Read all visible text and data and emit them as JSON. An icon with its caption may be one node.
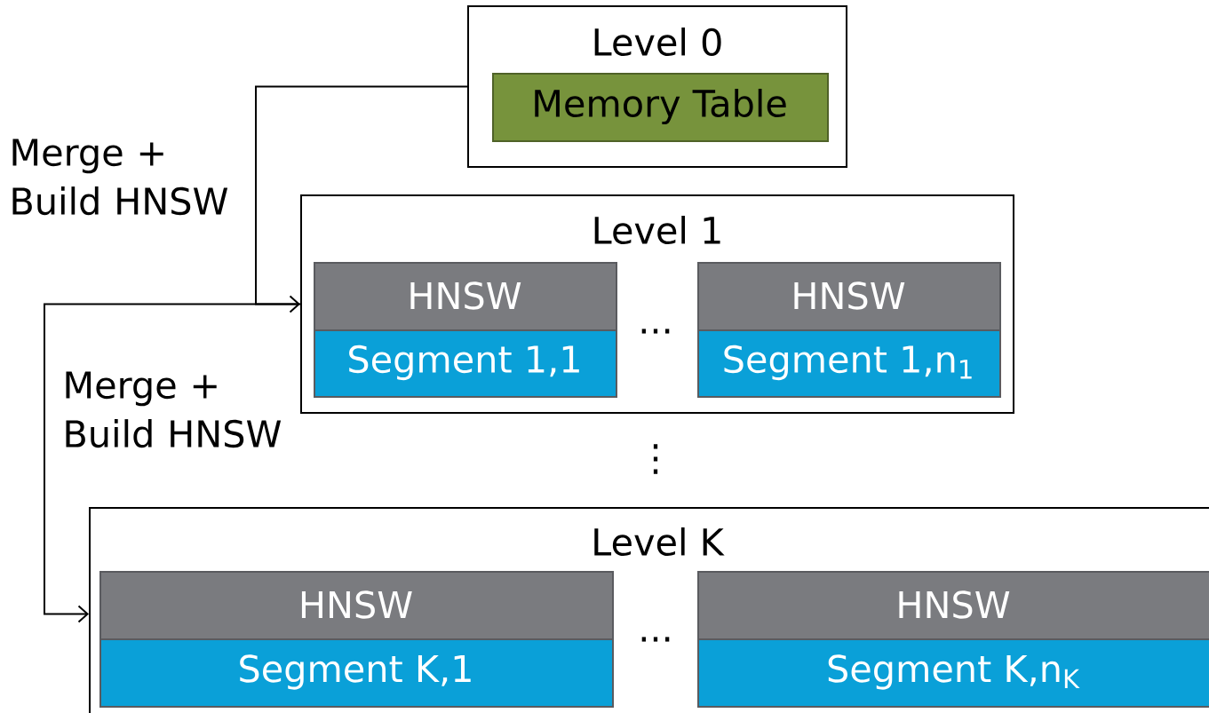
{
  "diagram": {
    "nodes": [
      {
        "text": [
          "Level 0"
        ]
      },
      {
        "text": [
          "Memory Table"
        ],
        "in": 0
      },
      {
        "text": [
          "Level 1"
        ]
      },
      {
        "text": [
          "HNSW"
        ],
        "in": 2
      },
      {
        "text": [
          "Segment 1,1"
        ],
        "in": 2
      },
      {
        "text": [
          "HNSW"
        ],
        "in": 2
      },
      {
        "text": [
          "Segment 1,n$_{1}$"
        ],
        "in": 2
      },
      {
        "text": [
          "Level K"
        ]
      },
      {
        "text": [
          "HNSW"
        ],
        "in": 7
      },
      {
        "text": [
          "Segment K,1"
        ],
        "in": 7
      },
      {
        "text": [
          "HNSW"
        ],
        "in": 7
      },
      {
        "text": [
          "Segment K,n$_{K}$"
        ],
        "in": 7
      }
    ],
    "edges": [
      {
        "from": 0,
        "to": 2,
        "arrow": "to",
        "label": "Merge + Build HNSW"
      },
      {
        "from": 2,
        "to": 7,
        "arrow": "to",
        "label": "Merge + Build HNSW"
      }
    ],
    "labels": [
      "...",
      "⋮",
      "..."
    ]
  }
}
